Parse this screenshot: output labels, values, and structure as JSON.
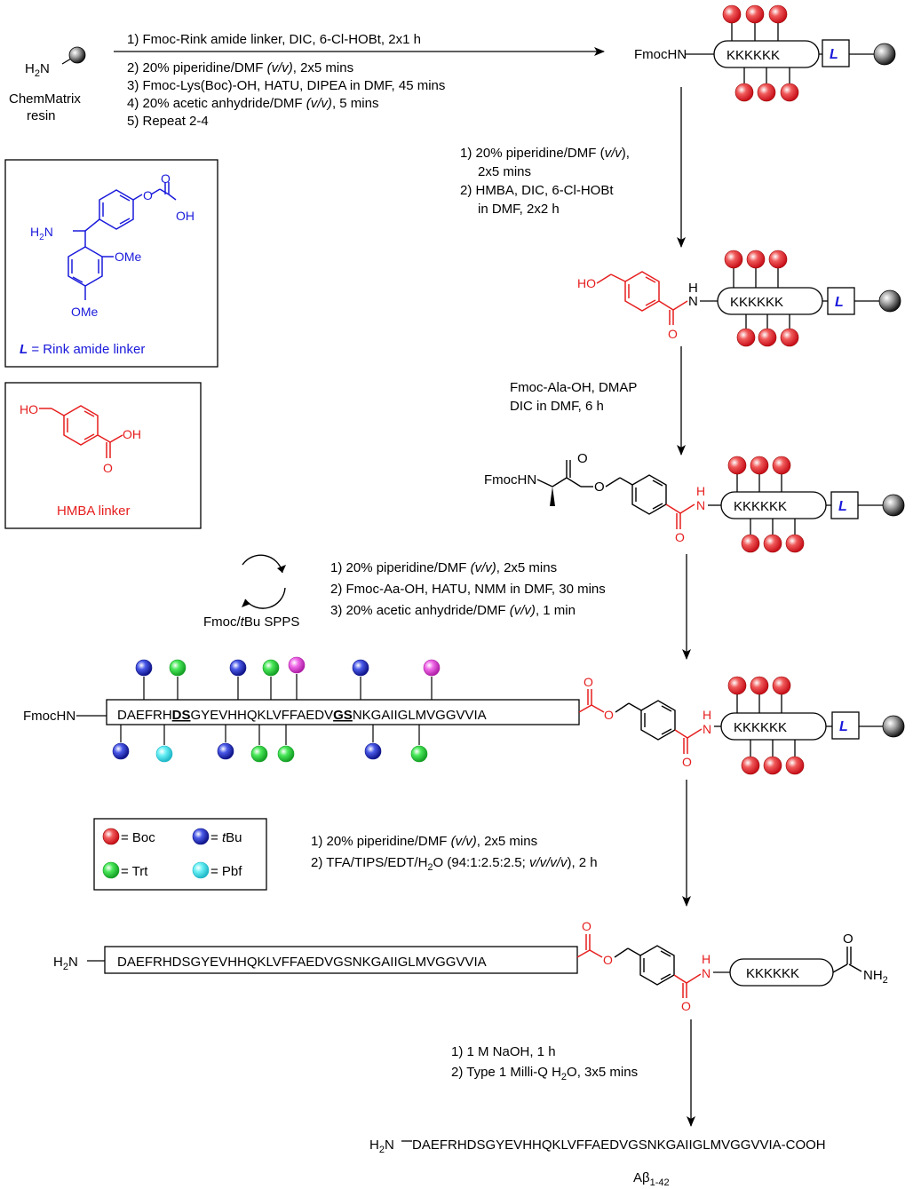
{
  "colors": {
    "boc": "#e8323a",
    "tbu": "#2a3ed6",
    "trt": "#3ad64a",
    "pbf": "#4fe8f0",
    "pink": "#e84ae0",
    "linker_blue": "#1a1adb",
    "hmba_red": "#e61e1e"
  },
  "resin": {
    "amine": "H",
    "amine_sub": "2",
    "amine_n": "N",
    "name_line1": "ChemMatrix",
    "name_line2": "resin"
  },
  "step1": {
    "lines": [
      "1) Fmoc-Rink amide linker, DIC, 6-Cl-HOBt,  2x1 h",
      "2) 20% piperidine/DMF ",
      "3) Fmoc-Lys(Boc)-OH, HATU, DIPEA in DMF, 45 mins",
      "4) 20% acetic anhydride/DMF ",
      "5) Repeat 2-4"
    ],
    "vv": "(v/v)",
    "line2_tail": ", 2x5 mins",
    "line4_tail": ", 5 mins"
  },
  "step2": {
    "line1": "1) 20% piperidine/DMF (",
    "line1_it": "v/v",
    "line1_tail": "),",
    "line2": "2x5 mins",
    "line3": "2) HMBA, DIC, 6-Cl-HOBt",
    "line4": "in DMF, 2x2 h"
  },
  "step3": {
    "line1": "Fmoc-Ala-OH, DMAP",
    "line2": "DIC in DMF, 6 h"
  },
  "step4": {
    "line1a": "1) 20% piperidine/DMF ",
    "line1b": "(v/v)",
    "line1c": ", 2x5 mins",
    "line2": "2) Fmoc-Aa-OH, HATU, NMM in DMF, 30 mins",
    "line3a": "3) 20% acetic anhydride/DMF ",
    "line3b": "(v/v)",
    "line3c": ", 1 min",
    "cycle_a": "Fmoc/",
    "cycle_b": "t",
    "cycle_c": "Bu SPPS"
  },
  "step5": {
    "line1a": "1) 20% piperidine/DMF ",
    "line1b": "(v/v)",
    "line1c": ", 2x5 mins",
    "line2a": "2) TFA/TIPS/EDT/H",
    "line2sub": "2",
    "line2b": "O (94:1:2.5:2.5; ",
    "line2c": "v/v/v/v",
    "line2d": "), 2 h"
  },
  "step6": {
    "line1": "1) 1 M NaOH, 1 h",
    "line2a": "2) Type 1 Milli-Q H",
    "line2sub": "2",
    "line2b": "O, 3x5 mins"
  },
  "labels": {
    "fmochn": "FmocHN",
    "kkkkkk": "KKKKKK",
    "L": "L",
    "h": "H",
    "n": "N",
    "o": "O",
    "ho": "HO",
    "oh": "OH",
    "h2n_h": "H",
    "h2n_sub": "2",
    "h2n_n": "N",
    "nh2_n": "NH",
    "nh2_sub": "2",
    "ome": "OMe"
  },
  "peptide": {
    "seg1": "DAEFRH",
    "seg2": "DS",
    "seg3": "GYEVHHQKLVFFAEDV",
    "seg4": "GS",
    "seg5": "NKGAIIGLMVGGVVIA",
    "full": "DAEFRHDSGYEVHHQKLVFFAEDVGSNKGAIIGLMVGGVVIA"
  },
  "final": {
    "h": "H",
    "sub": "2",
    "n": "N",
    "seq": "DAEFRHDSGYEVHHQKLVFFAEDVGSNKGAIIGLMVGGVVIA-COOH",
    "name": "A",
    "beta": "β",
    "range": "1-42"
  },
  "box_rink": {
    "L": "L",
    "caption": " = Rink amide linker"
  },
  "box_hmba": {
    "caption": "HMBA linker"
  },
  "legend": {
    "boc": "= Boc",
    "tbu_eq": "= ",
    "tbu_t": "t",
    "tbu_bu": "Bu",
    "trt": "= Trt",
    "pbf": "= Pbf"
  }
}
